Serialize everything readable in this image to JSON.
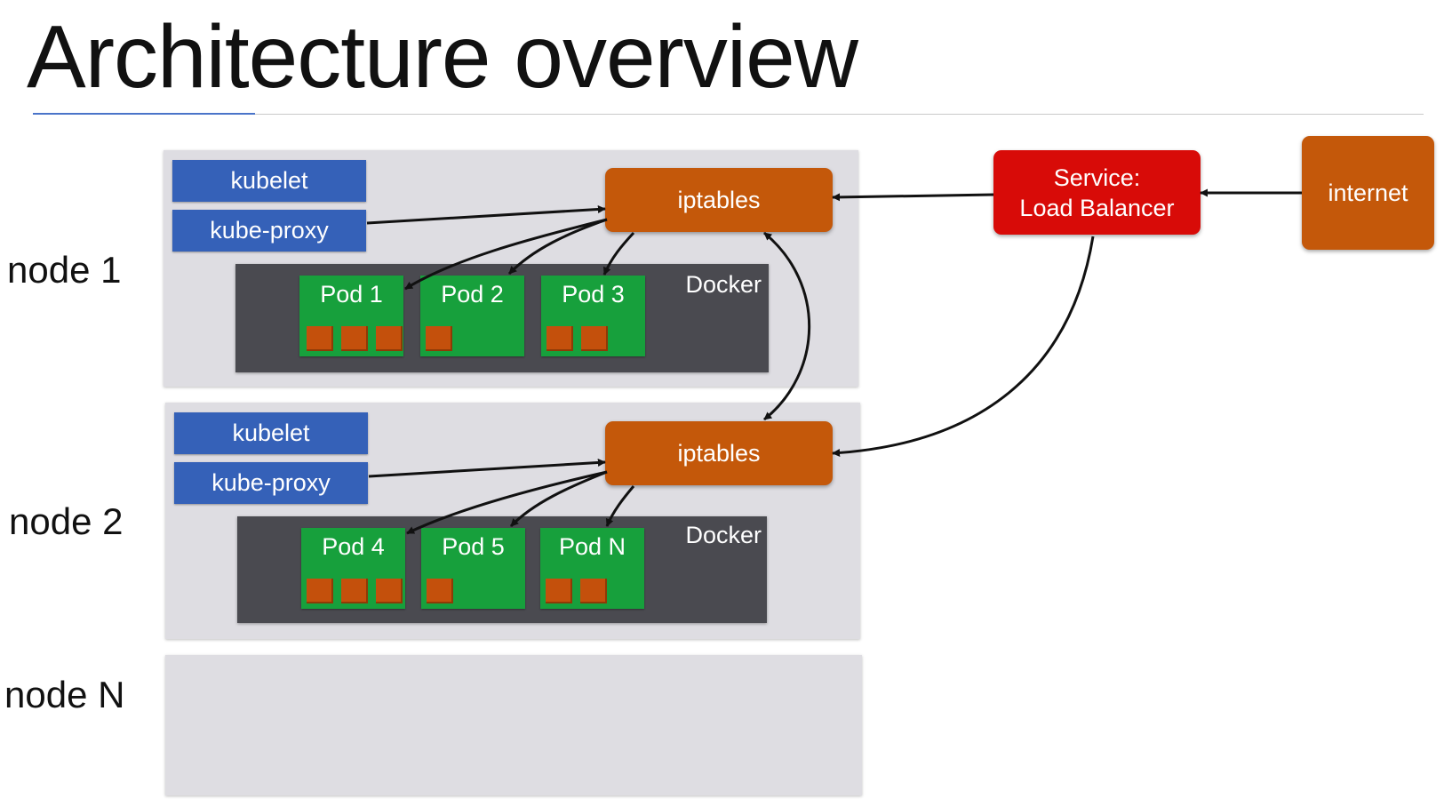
{
  "title": "Architecture overview",
  "nodes": [
    {
      "label": "node 1",
      "kubelet": "kubelet",
      "kube_proxy": "kube-proxy",
      "iptables": "iptables",
      "docker": "Docker",
      "pods": [
        {
          "label": "Pod 1",
          "containers": 3
        },
        {
          "label": "Pod 2",
          "containers": 1
        },
        {
          "label": "Pod 3",
          "containers": 2
        }
      ]
    },
    {
      "label": "node 2",
      "kubelet": "kubelet",
      "kube_proxy": "kube-proxy",
      "iptables": "iptables",
      "docker": "Docker",
      "pods": [
        {
          "label": "Pod 4",
          "containers": 3
        },
        {
          "label": "Pod 5",
          "containers": 1
        },
        {
          "label": "Pod N",
          "containers": 2
        }
      ]
    },
    {
      "label": "node N"
    }
  ],
  "service": {
    "line1": "Service:",
    "line2": "Load Balancer"
  },
  "internet": "internet",
  "colors": {
    "blue": "#3561b8",
    "orange": "#c4580a",
    "red": "#d80b08",
    "green": "#17a03c",
    "docker": "#4a4a50",
    "panel": "#dedde2",
    "container": "#c4500c"
  }
}
